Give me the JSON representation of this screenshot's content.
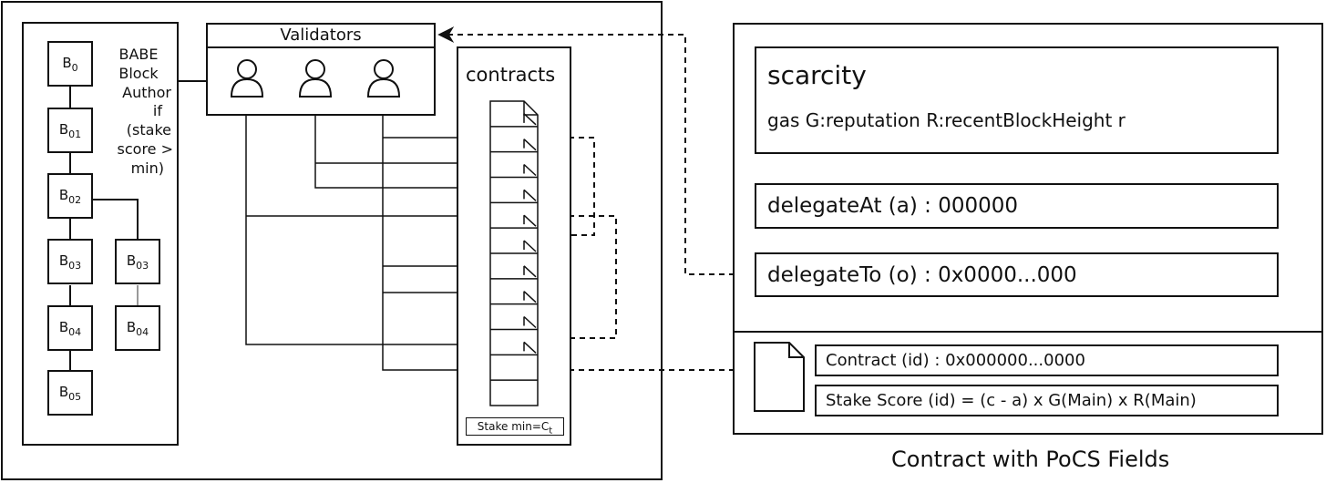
{
  "left_panel": {
    "blocks": [
      {
        "base": "B",
        "sub": "0"
      },
      {
        "base": "B",
        "sub": "01"
      },
      {
        "base": "B",
        "sub": "02"
      },
      {
        "base": "B",
        "sub": "03"
      },
      {
        "base": "B",
        "sub": "04"
      },
      {
        "base": "B",
        "sub": "05"
      }
    ],
    "fork_blocks": [
      {
        "base": "B",
        "sub": "03"
      },
      {
        "base": "B",
        "sub": "04"
      }
    ],
    "babe_label": [
      "BABE",
      "Block",
      "Author",
      "if",
      "(stake",
      "score >",
      "min)"
    ],
    "validators_title": "Validators",
    "contracts_title": "contracts",
    "stake_min": {
      "text": "Stake min=C",
      "sub": "t"
    }
  },
  "right_panel": {
    "scarcity_title": "scarcity",
    "scarcity_fields": "gas G:reputation R:recentBlockHeight r",
    "delegate_at": "delegateAt (a) : 000000",
    "delegate_to": "delegateTo (o) : 0x0000...000",
    "contract_id": "Contract (id) : 0x000000...0000",
    "stake_score": "Stake Score (id) = (c - a)  x G(Main) x R(Main)",
    "caption": "Contract with PoCS Fields"
  }
}
